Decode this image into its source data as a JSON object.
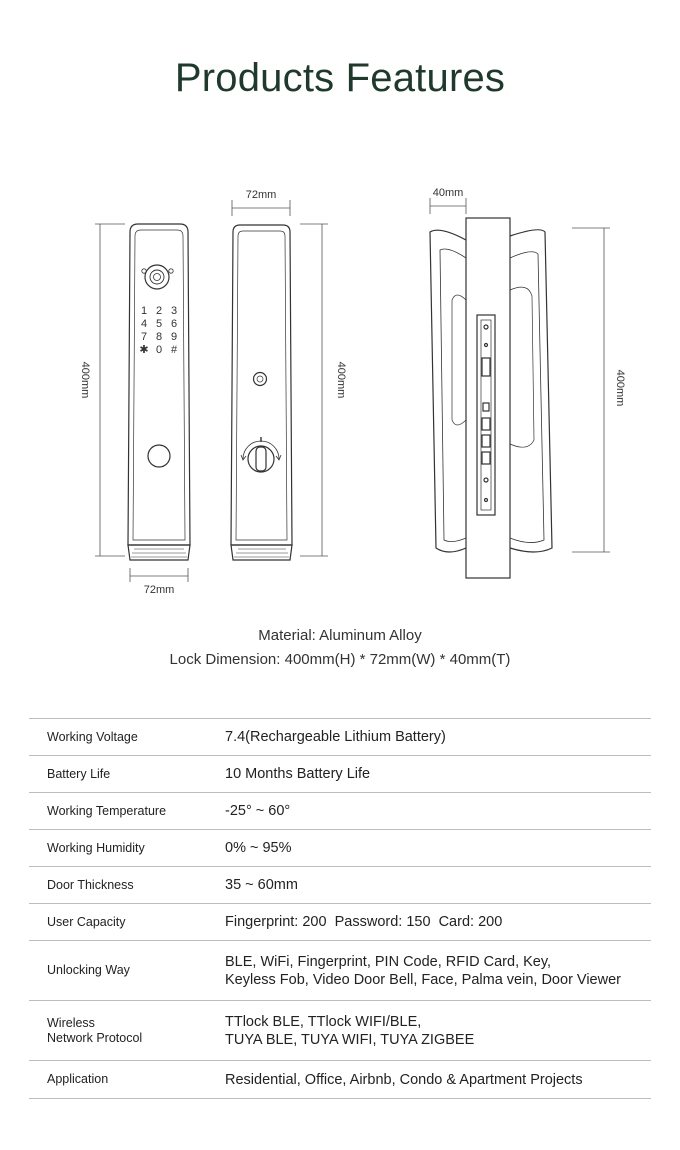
{
  "title": "Products Features",
  "dimensions": {
    "front_width": "72mm",
    "back_width": "72mm",
    "side_thickness": "40mm",
    "height_front": "400mm",
    "height_back": "400mm",
    "height_side": "400mm"
  },
  "keypad": [
    "1",
    "2",
    "3",
    "4",
    "5",
    "6",
    "7",
    "8",
    "9",
    "✱",
    "0",
    "#"
  ],
  "captions": {
    "material": "Material: Aluminum Alloy",
    "dimension": "Lock Dimension: 400mm(H) * 72mm(W) * 40mm(T)"
  },
  "specs": [
    {
      "label": "Working Voltage",
      "value": "7.4(Rechargeable Lithium Battery)"
    },
    {
      "label": "Battery Life",
      "value": "10 Months Battery Life"
    },
    {
      "label": "Working Temperature",
      "value": "-25° ~ 60°"
    },
    {
      "label": "Working Humidity",
      "value": "0% ~ 95%"
    },
    {
      "label": "Door Thickness",
      "value": "35 ~ 60mm"
    },
    {
      "label": "User Capacity",
      "value": "Fingerprint: 200  Password: 150  Card: 200"
    },
    {
      "label": "Unlocking Way",
      "value": "BLE, WiFi, Fingerprint, PIN Code, RFID Card, Key,",
      "value2": "Keyless Fob, Video Door Bell, Face, Palma vein, Door Viewer"
    },
    {
      "label": "Wireless",
      "label2": "Network Protocol",
      "value": "TTlock BLE, TTlock WIFI/BLE,",
      "value2": "TUYA BLE, TUYA WIFI, TUYA ZIGBEE"
    },
    {
      "label": "Application",
      "value": "Residential, Office, Airbnb, Condo & Apartment Projects"
    }
  ]
}
